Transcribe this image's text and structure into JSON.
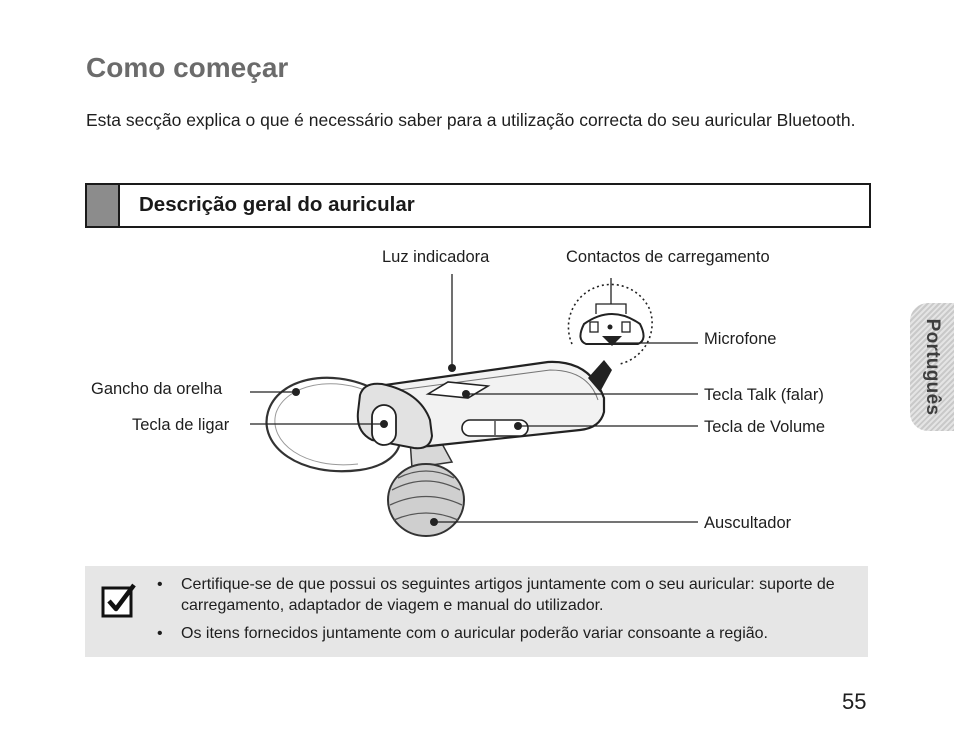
{
  "page": {
    "title": "Como começar",
    "intro": "Esta secção explica o que é necessário saber para a utilização correcta do seu auricular Bluetooth.",
    "section_heading": "Descrição geral do auricular",
    "side_tab": "Português",
    "page_number": "55"
  },
  "diagram": {
    "callouts": {
      "luz_indicadora": "Luz indicadora",
      "contactos": "Contactos de carregamento",
      "microfone": "Microfone",
      "gancho": "Gancho da orelha",
      "tecla_ligar": "Tecla de ligar",
      "tecla_talk": "Tecla Talk (falar)",
      "tecla_volume": "Tecla de Volume",
      "auscultador": "Auscultador"
    }
  },
  "note": {
    "icon": "checkmark-box-icon",
    "items": [
      "Certifique-se de que possui os seguintes artigos juntamente com o seu auricular: suporte de carregamento, adaptador de viagem e manual do utilizador.",
      "Os itens fornecidos juntamente com o auricular poderão variar consoante a região."
    ]
  }
}
